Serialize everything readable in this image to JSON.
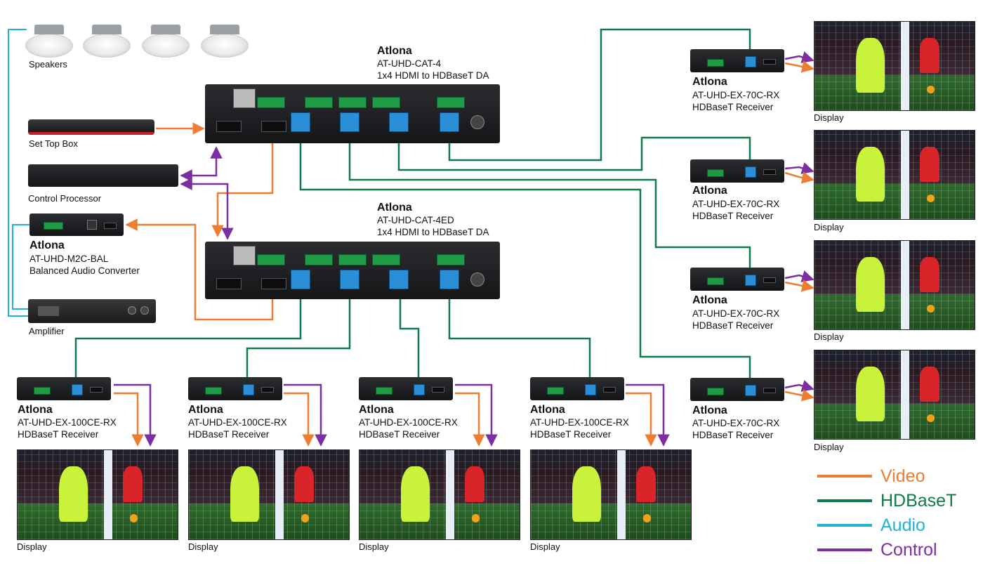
{
  "speakers": {
    "label": "Speakers",
    "count": 4
  },
  "set_top_box": {
    "label": "Set Top Box"
  },
  "control_processor": {
    "label": "Control Processor"
  },
  "audio_converter": {
    "brand": "Atlona",
    "model": "AT-UHD-M2C-BAL",
    "desc": "Balanced Audio Converter"
  },
  "amplifier": {
    "label": "Amplifier"
  },
  "da1": {
    "brand": "Atlona",
    "model": "AT-UHD-CAT-4",
    "desc": "1x4 HDMI to HDBaseT DA"
  },
  "da2": {
    "brand": "Atlona",
    "model": "AT-UHD-CAT-4ED",
    "desc": "1x4 HDMI to HDBaseT DA"
  },
  "right_receivers": [
    {
      "brand": "Atlona",
      "model": "AT-UHD-EX-70C-RX",
      "desc": "HDBaseT Receiver",
      "display": "Display"
    },
    {
      "brand": "Atlona",
      "model": "AT-UHD-EX-70C-RX",
      "desc": "HDBaseT Receiver",
      "display": "Display"
    },
    {
      "brand": "Atlona",
      "model": "AT-UHD-EX-70C-RX",
      "desc": "HDBaseT Receiver",
      "display": "Display"
    },
    {
      "brand": "Atlona",
      "model": "AT-UHD-EX-70C-RX",
      "desc": "HDBaseT Receiver",
      "display": "Display"
    }
  ],
  "bottom_receivers": [
    {
      "brand": "Atlona",
      "model": "AT-UHD-EX-100CE-RX",
      "desc": "HDBaseT Receiver",
      "display": "Display"
    },
    {
      "brand": "Atlona",
      "model": "AT-UHD-EX-100CE-RX",
      "desc": "HDBaseT Receiver",
      "display": "Display"
    },
    {
      "brand": "Atlona",
      "model": "AT-UHD-EX-100CE-RX",
      "desc": "HDBaseT Receiver",
      "display": "Display"
    },
    {
      "brand": "Atlona",
      "model": "AT-UHD-EX-100CE-RX",
      "desc": "HDBaseT Receiver",
      "display": "Display"
    }
  ],
  "legend": [
    {
      "label": "Video",
      "color": "#ed7d31"
    },
    {
      "label": "HDBaseT",
      "color": "#107a4a"
    },
    {
      "label": "Audio",
      "color": "#1fb3d8"
    },
    {
      "label": "Control",
      "color": "#7b2fa0"
    }
  ],
  "colors": {
    "video": "#ed7d31",
    "hdbaset": "#107a4a",
    "audio": "#1fb3d8",
    "control": "#7b2fa0"
  }
}
